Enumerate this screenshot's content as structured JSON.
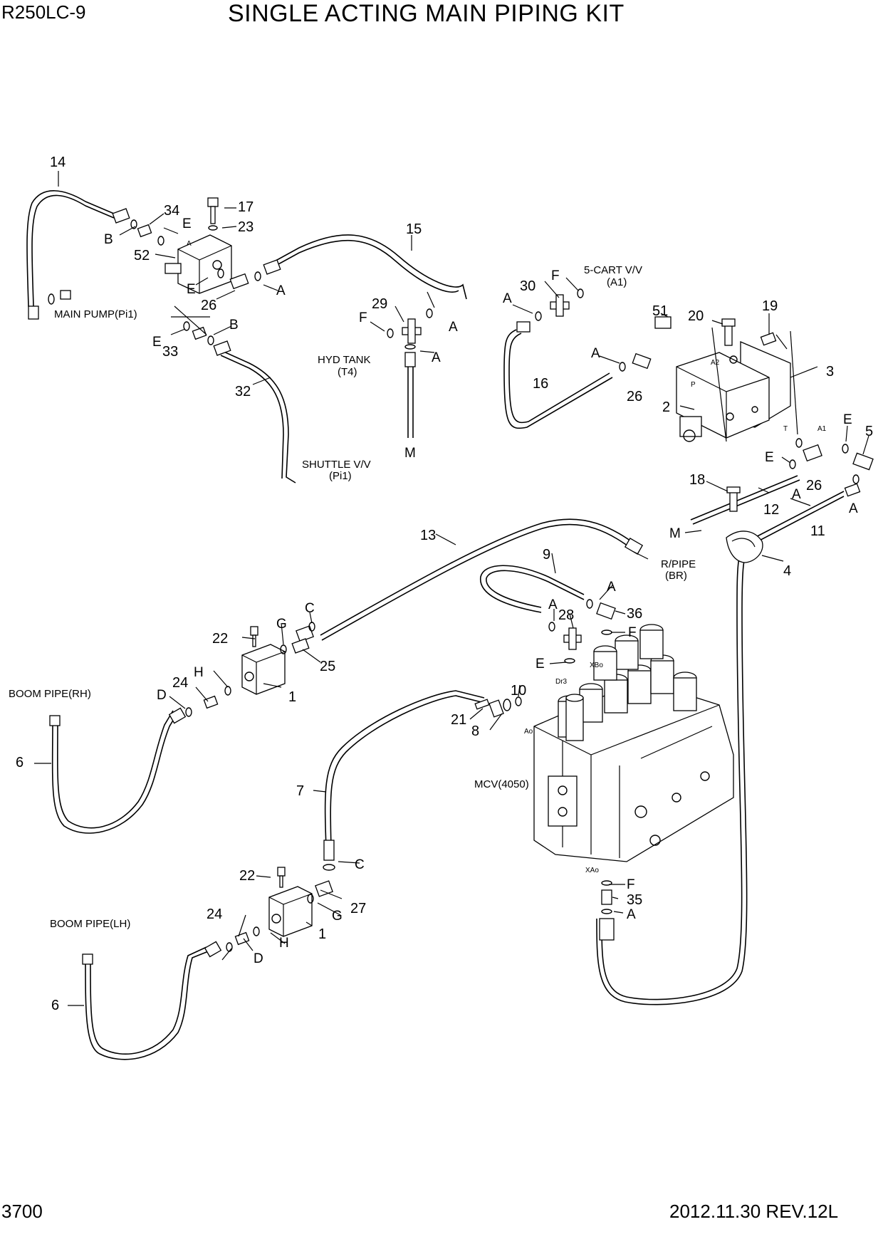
{
  "header": {
    "model": "R250LC-9",
    "title": "SINGLE ACTING MAIN PIPING KIT"
  },
  "footer": {
    "page_number": "3700",
    "revision": "2012.11.30  REV.12L"
  },
  "notes": {
    "main_pump": "MAIN PUMP(Pi1)",
    "hyd_tank_1": "HYD TANK",
    "hyd_tank_2": "(T4)",
    "shuttle_1": "SHUTTLE V/V",
    "shuttle_2": "(Pi1)",
    "cart_1": "5-CART V/V",
    "cart_2": "(A1)",
    "rpipe_1": "R/PIPE",
    "rpipe_2": "(BR)",
    "boom_rh": "BOOM PIPE(RH)",
    "boom_lh": "BOOM PIPE(LH)",
    "mcv": "MCV(4050)"
  },
  "port_labels": {
    "a": "A",
    "a1": "A1",
    "a2": "A2",
    "p": "P",
    "t": "T",
    "xbo": "XBo",
    "xao": "XAo",
    "ao": "Ao",
    "dr3": "Dr3"
  },
  "callouts": {
    "c1a": "1",
    "c1b": "1",
    "c2": "2",
    "c3": "3",
    "c4": "4",
    "c5": "5",
    "c6a": "6",
    "c6b": "6",
    "c7": "7",
    "c8": "8",
    "c9": "9",
    "c10": "10",
    "c11": "11",
    "c12": "12",
    "c13": "13",
    "c14": "14",
    "c15": "15",
    "c16": "16",
    "c17": "17",
    "c18": "18",
    "c19": "19",
    "c20": "20",
    "c21": "21",
    "c22a": "22",
    "c22b": "22",
    "c23": "23",
    "c24a": "24",
    "c24b": "24",
    "c25": "25",
    "c26a": "26",
    "c26b": "26",
    "c26c": "26",
    "c27": "27",
    "c28": "28",
    "c29": "29",
    "c30": "30",
    "c32": "32",
    "c33": "33",
    "c34": "34",
    "c35": "35",
    "c36": "36",
    "c51": "51",
    "c52": "52"
  },
  "letters": {
    "A": "A",
    "B": "B",
    "C": "C",
    "D": "D",
    "E": "E",
    "F": "F",
    "G": "G",
    "H": "H",
    "M": "M"
  }
}
